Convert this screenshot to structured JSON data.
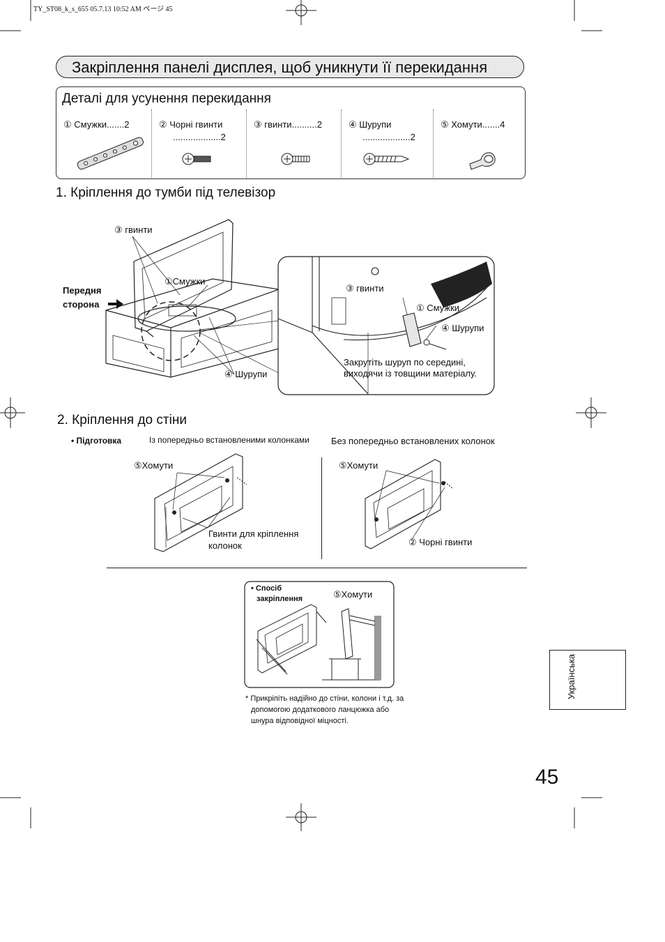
{
  "print_header": "TY_ST08_k_s_655  05.7.13 10:52 AM    ページ 45",
  "main_title": "Закріплення панелі дисплея, щоб уникнути її перекидання",
  "parts": {
    "heading": "Деталі для усунення перекидання",
    "items": [
      {
        "label": "① Смужки.......2",
        "qty": ""
      },
      {
        "label": "② Чорні гвинти",
        "qty": "...................2"
      },
      {
        "label": "③ гвинти..........2",
        "qty": ""
      },
      {
        "label": "④ Шурупи",
        "qty": "...................2"
      },
      {
        "label": "⑤ Хомути.......4",
        "qty": ""
      }
    ]
  },
  "section1": {
    "heading": "1. Кріплення до тумби під телевізор",
    "label_screws": "③ гвинти",
    "label_strips": "①Смужки",
    "label_front_1": "Передня",
    "label_front_2": "сторона",
    "label_wood_screws": "④ Шурупи",
    "detail": {
      "screws": "③ гвинти",
      "strips": "① Смужки",
      "wood_screws": "④ Шурупи",
      "note_1": "Закрутіть шуруп по середині,",
      "note_2": "виходячи із товщини матеріалу."
    }
  },
  "section2": {
    "heading": "2. Кріплення до стіни",
    "prep_label": "• Підготовка",
    "with_speakers": "Із попередньо встановленими колонками",
    "without_speakers": "Без попередньо встановлених колонок",
    "left_clamps": "⑤Хомути",
    "left_screws_1": "Гвинти для кріплення",
    "left_screws_2": "колонок",
    "right_clamps": "⑤Хомути",
    "right_black_screws": "② Чорні гвинти",
    "method_1": "• Спосіб",
    "method_2": "закріплення",
    "method_clamps": "⑤Хомути",
    "note_1": "* Прикріпіть надійно до стіни, колони і т.д. за",
    "note_2": "допомогою додаткового ланцюжка або",
    "note_3": "шнура відповідної міцності."
  },
  "side_tab": "Українська",
  "page_number": "45"
}
